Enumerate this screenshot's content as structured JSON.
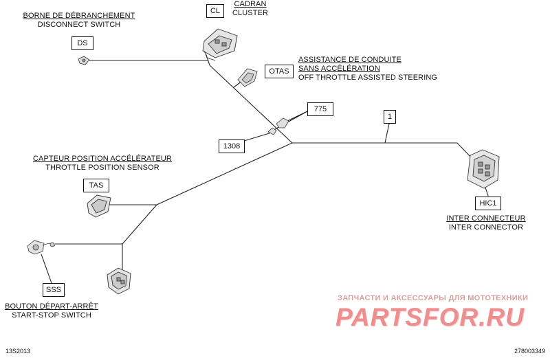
{
  "connectors": {
    "cl": {
      "code": "CL",
      "lines": [
        "CADRAN",
        "CLUSTER"
      ]
    },
    "ds": {
      "code": "DS",
      "lines": [
        "BORNE DE DÉBRANCHEMENT",
        "DISCONNECT SWITCH"
      ]
    },
    "otas": {
      "code": "OTAS",
      "lines": [
        "ASSISTANCE DE CONDUITE",
        "SANS ACCÉLÉRATION",
        "OFF THROTTLE ASSISTED STEERING"
      ]
    },
    "tas": {
      "code": "TAS",
      "lines": [
        "CAPTEUR POSITION ACCÉLÉRATEUR",
        "THROTTLE POSITION SENSOR"
      ]
    },
    "hic1": {
      "code": "HIC1",
      "lines": [
        "INTER CONNECTEUR",
        "INTER CONNECTOR"
      ]
    },
    "sss": {
      "code": "SSS",
      "lines": [
        "BOUTON DÉPART-ARRÊT",
        "START-STOP SWITCH"
      ]
    }
  },
  "wire_labels": {
    "w775": "775",
    "w1308": "1308",
    "w1": "1"
  },
  "watermark": {
    "line1": "ЗАПЧАСТИ И АКСЕССУАРЫ ДЛЯ МОТОТЕХНИКИ",
    "line2": "PARTSFOR.RU"
  },
  "codes": {
    "left": "13S2013",
    "right": "278003349"
  }
}
